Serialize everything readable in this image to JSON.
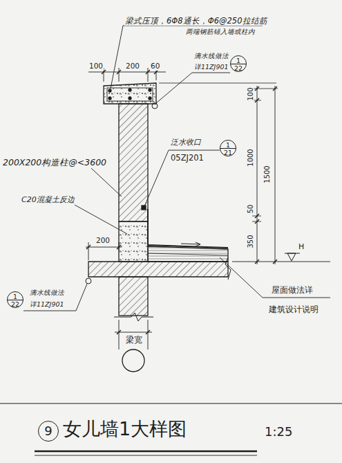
{
  "diagram": {
    "title": "女儿墙1大样图",
    "nodes": [
      {
        "text": [
          "1",
          "22"
        ]
      },
      {
        "text": [
          "1",
          "21"
        ]
      },
      {
        "text": [
          "1",
          "22"
        ]
      },
      {
        "text": [
          "9"
        ]
      }
    ],
    "edges": [],
    "labels": [
      "梁式压顶，6Φ8通长，Φ6@250拉结筋",
      "两端钢筋锚入墙或柱内",
      "100",
      "200",
      "60",
      "滴水线做法",
      "详11ZJ901",
      "100",
      "1000",
      "1500",
      "50",
      "350",
      "H",
      "泛水收口",
      "05ZJ201",
      "200X200构造柱@<3600",
      "C20混凝土反边",
      "200",
      "滴水线做法",
      "详11ZJ901",
      "屋面做法详",
      "建筑设计说明",
      "梁宽",
      "1:25"
    ]
  }
}
